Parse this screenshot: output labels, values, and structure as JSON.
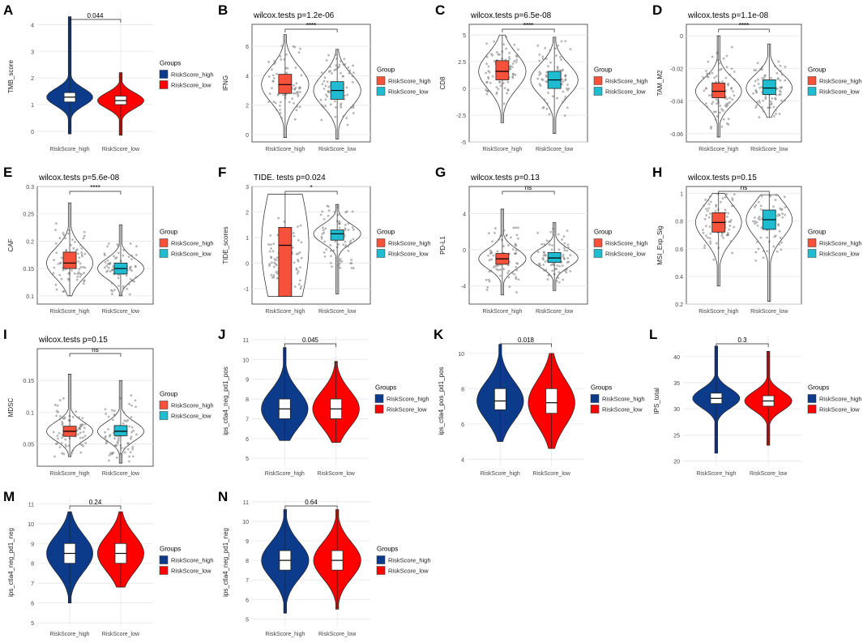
{
  "colors": {
    "high_dark": "#0d3b8c",
    "low_red": "#ff0000",
    "high_orange": "#f5513b",
    "low_teal": "#1fbcd1",
    "grid": "#e6e6e6",
    "panel_border": "#333333"
  },
  "chart_data": [
    {
      "id": "A",
      "type": "violin",
      "letter": "A",
      "title": "",
      "ylabel": "TMB_score",
      "pvalue": "0.044",
      "ylim": [
        -0.4,
        4.5
      ],
      "yticks": [
        0,
        1,
        2,
        3,
        4
      ],
      "style": "dark",
      "legend_title": "Groups",
      "categories": [
        "RiskScore_high",
        "RiskScore_low"
      ],
      "series": [
        {
          "name": "RiskScore_high",
          "median": 1.28,
          "q1": 1.1,
          "q3": 1.45,
          "min": -0.1,
          "max": 4.3
        },
        {
          "name": "RiskScore_low",
          "median": 1.15,
          "q1": 1.0,
          "q3": 1.32,
          "min": -0.15,
          "max": 2.2
        }
      ]
    },
    {
      "id": "B",
      "type": "violin",
      "letter": "B",
      "title": "wilcox.tests p=1.2e-06",
      "ylabel": "IFNG",
      "pvalue": "****",
      "ylim": [
        -0.5,
        7.5
      ],
      "yticks": [
        0,
        2,
        4,
        6
      ],
      "style": "light",
      "legend_title": "Group",
      "categories": [
        "RiskScore_high",
        "RiskScore_low"
      ],
      "series": [
        {
          "name": "RiskScore_high",
          "median": 3.4,
          "q1": 2.8,
          "q3": 4.1,
          "min": -0.2,
          "max": 6.8
        },
        {
          "name": "RiskScore_low",
          "median": 3.0,
          "q1": 2.4,
          "q3": 3.6,
          "min": -0.3,
          "max": 5.8
        }
      ]
    },
    {
      "id": "C",
      "type": "violin",
      "letter": "C",
      "title": "wilcox.tests p=6.5e-08",
      "ylabel": "CD8",
      "pvalue": "****",
      "ylim": [
        -5,
        6
      ],
      "yticks": [
        -5,
        -2.5,
        0,
        2.5,
        5
      ],
      "style": "light",
      "legend_title": "Group",
      "categories": [
        "RiskScore_high",
        "RiskScore_low"
      ],
      "series": [
        {
          "name": "RiskScore_high",
          "median": 1.6,
          "q1": 0.8,
          "q3": 2.6,
          "min": -3.2,
          "max": 5.0
        },
        {
          "name": "RiskScore_low",
          "median": 0.8,
          "q1": 0.0,
          "q3": 1.6,
          "min": -4.2,
          "max": 4.8
        }
      ]
    },
    {
      "id": "D",
      "type": "violin",
      "letter": "D",
      "title": "wilcox.tests p=1.1e-08",
      "ylabel": "TAM_M2",
      "pvalue": "****",
      "ylim": [
        -0.065,
        0.007
      ],
      "yticks": [
        -0.06,
        -0.04,
        -0.02,
        0.0
      ],
      "style": "light",
      "legend_title": "Group",
      "categories": [
        "RiskScore_high",
        "RiskScore_low"
      ],
      "series": [
        {
          "name": "RiskScore_high",
          "median": -0.034,
          "q1": -0.038,
          "q3": -0.029,
          "min": -0.062,
          "max": 0.0
        },
        {
          "name": "RiskScore_low",
          "median": -0.032,
          "q1": -0.036,
          "q3": -0.027,
          "min": -0.05,
          "max": -0.005
        }
      ]
    },
    {
      "id": "E",
      "type": "violin",
      "letter": "E",
      "title": "wilcox.tests p=5.6e-08",
      "ylabel": "CAF",
      "pvalue": "****",
      "ylim": [
        0.085,
        0.3
      ],
      "yticks": [
        0.1,
        0.15,
        0.2,
        0.25,
        0.3
      ],
      "style": "light",
      "legend_title": "Group",
      "categories": [
        "RiskScore_high",
        "RiskScore_low"
      ],
      "series": [
        {
          "name": "RiskScore_high",
          "median": 0.16,
          "q1": 0.15,
          "q3": 0.18,
          "min": 0.1,
          "max": 0.27
        },
        {
          "name": "RiskScore_low",
          "median": 0.15,
          "q1": 0.14,
          "q3": 0.16,
          "min": 0.1,
          "max": 0.23
        }
      ]
    },
    {
      "id": "F",
      "type": "violin",
      "letter": "F",
      "title": "TIDE. tests p=0.024",
      "ylabel": "TIDE_scores",
      "pvalue": "*",
      "ylim": [
        -1.6,
        3.0
      ],
      "yticks": [
        -1,
        0,
        1,
        2,
        3
      ],
      "style": "light",
      "legend_title": "Group",
      "categories": [
        "RiskScore_high",
        "RiskScore_low"
      ],
      "series": [
        {
          "name": "RiskScore_high",
          "median": 0.7,
          "q1": -1.3,
          "q3": 1.4,
          "min": -1.3,
          "max": 2.7
        },
        {
          "name": "RiskScore_low",
          "median": 1.15,
          "q1": 0.9,
          "q3": 1.3,
          "min": -1.2,
          "max": 2.3
        }
      ]
    },
    {
      "id": "G",
      "type": "violin",
      "letter": "G",
      "title": "wilcox.tests p=0.13",
      "ylabel": "PD-L1",
      "pvalue": "ns",
      "ylim": [
        -6,
        7
      ],
      "yticks": [
        -4,
        0,
        4
      ],
      "style": "light",
      "legend_title": "Group",
      "categories": [
        "RiskScore_high",
        "RiskScore_low"
      ],
      "series": [
        {
          "name": "RiskScore_high",
          "median": -1.0,
          "q1": -1.6,
          "q3": -0.4,
          "min": -5.0,
          "max": 4.5
        },
        {
          "name": "RiskScore_low",
          "median": -0.9,
          "q1": -1.4,
          "q3": -0.3,
          "min": -4.5,
          "max": 3.0
        }
      ]
    },
    {
      "id": "H",
      "type": "violin",
      "letter": "H",
      "title": "wilcox.tests p=0.15",
      "ylabel": "MSI_Exp_Sig",
      "pvalue": "ns",
      "ylim": [
        0.2,
        1.05
      ],
      "yticks": [
        0.2,
        0.4,
        0.6,
        0.8,
        1.0
      ],
      "style": "light",
      "legend_title": "Group",
      "categories": [
        "RiskScore_high",
        "RiskScore_low"
      ],
      "series": [
        {
          "name": "RiskScore_high",
          "median": 0.79,
          "q1": 0.72,
          "q3": 0.86,
          "min": 0.33,
          "max": 1.0
        },
        {
          "name": "RiskScore_low",
          "median": 0.81,
          "q1": 0.74,
          "q3": 0.88,
          "min": 0.22,
          "max": 0.99
        }
      ]
    },
    {
      "id": "I",
      "type": "violin",
      "letter": "I",
      "title": "wilcox.tests p=0.15",
      "ylabel": "MDSC",
      "pvalue": "ns",
      "ylim": [
        0.015,
        0.2
      ],
      "yticks": [
        0.05,
        0.1,
        0.15
      ],
      "style": "light",
      "legend_title": "Group",
      "categories": [
        "RiskScore_high",
        "RiskScore_low"
      ],
      "series": [
        {
          "name": "RiskScore_high",
          "median": 0.07,
          "q1": 0.062,
          "q3": 0.078,
          "min": 0.03,
          "max": 0.16
        },
        {
          "name": "RiskScore_low",
          "median": 0.07,
          "q1": 0.063,
          "q3": 0.079,
          "min": 0.02,
          "max": 0.15
        }
      ]
    },
    {
      "id": "J",
      "type": "violin",
      "letter": "J",
      "title": "",
      "ylabel": "ips_ctla4_neg_pd1_pos",
      "pvalue": "0.045",
      "ylim": [
        4.6,
        11.2
      ],
      "yticks": [
        5,
        6,
        7,
        8,
        9,
        10,
        11
      ],
      "style": "dark",
      "legend_title": "Groups",
      "categories": [
        "RiskScore_high",
        "RiskScore_low"
      ],
      "series": [
        {
          "name": "RiskScore_high",
          "median": 7.5,
          "q1": 7.0,
          "q3": 8.0,
          "min": 5.9,
          "max": 10.6
        },
        {
          "name": "RiskScore_low",
          "median": 7.5,
          "q1": 7.0,
          "q3": 8.0,
          "min": 5.8,
          "max": 9.9
        }
      ]
    },
    {
      "id": "K",
      "type": "violin",
      "letter": "K",
      "title": "",
      "ylabel": "ips_ctla4_pos_pd1_pos",
      "pvalue": "0.018",
      "ylim": [
        3.6,
        11
      ],
      "yticks": [
        4,
        6,
        8,
        10
      ],
      "style": "dark",
      "legend_title": "Groups",
      "categories": [
        "RiskScore_high",
        "RiskScore_low"
      ],
      "series": [
        {
          "name": "RiskScore_high",
          "median": 7.3,
          "q1": 6.8,
          "q3": 8.0,
          "min": 5.0,
          "max": 10.5
        },
        {
          "name": "RiskScore_low",
          "median": 7.2,
          "q1": 6.6,
          "q3": 8.0,
          "min": 4.6,
          "max": 10.0
        }
      ]
    },
    {
      "id": "L",
      "type": "violin",
      "letter": "L",
      "title": "",
      "ylabel": "IPS_total",
      "pvalue": "0.3",
      "ylim": [
        19,
        44
      ],
      "yticks": [
        20,
        25,
        30,
        35,
        40
      ],
      "style": "dark",
      "legend_title": "Groups",
      "categories": [
        "RiskScore_high",
        "RiskScore_low"
      ],
      "series": [
        {
          "name": "RiskScore_high",
          "median": 32,
          "q1": 31,
          "q3": 33,
          "min": 21.5,
          "max": 42
        },
        {
          "name": "RiskScore_low",
          "median": 31.5,
          "q1": 30.5,
          "q3": 32.5,
          "min": 23,
          "max": 41
        }
      ]
    },
    {
      "id": "M",
      "type": "violin",
      "letter": "M",
      "title": "",
      "ylabel": "ips_ctla4_neg_pd1_neg",
      "pvalue": "0.24",
      "ylim": [
        4.8,
        11.3
      ],
      "yticks": [
        5,
        6,
        7,
        8,
        9,
        10,
        11
      ],
      "style": "dark",
      "legend_title": "Groups",
      "categories": [
        "RiskScore_high",
        "RiskScore_low"
      ],
      "series": [
        {
          "name": "RiskScore_high",
          "median": 8.5,
          "q1": 8.0,
          "q3": 9.0,
          "min": 6.0,
          "max": 10.6
        },
        {
          "name": "RiskScore_low",
          "median": 8.5,
          "q1": 8.0,
          "q3": 9.0,
          "min": 6.8,
          "max": 10.6
        }
      ]
    },
    {
      "id": "N",
      "type": "violin",
      "letter": "N",
      "title": "",
      "ylabel": "ips_ctla4_neg_pd1_neg",
      "pvalue": "0.64",
      "ylim": [
        4.6,
        11.2
      ],
      "yticks": [
        5,
        6,
        7,
        8,
        9,
        10,
        11
      ],
      "style": "dark",
      "legend_title": "Groups",
      "categories": [
        "RiskScore_high",
        "RiskScore_low"
      ],
      "series": [
        {
          "name": "RiskScore_high",
          "median": 8.0,
          "q1": 7.5,
          "q3": 8.5,
          "min": 5.3,
          "max": 10.6
        },
        {
          "name": "RiskScore_low",
          "median": 8.0,
          "q1": 7.5,
          "q3": 8.5,
          "min": 5.5,
          "max": 10.6
        }
      ]
    }
  ]
}
